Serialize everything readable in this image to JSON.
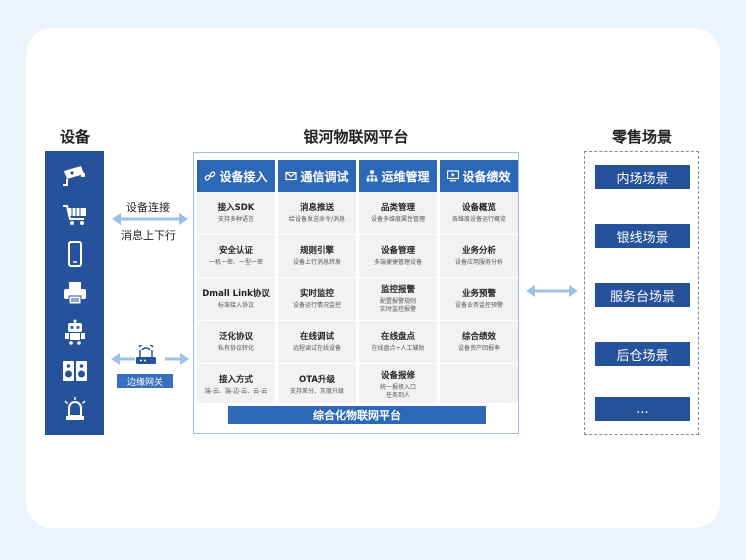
{
  "titles": {
    "left": "设备",
    "center": "银河物联网平台",
    "right": "零售场景"
  },
  "devices": [
    {
      "icon": "camera-icon"
    },
    {
      "icon": "shopping-cart-icon"
    },
    {
      "icon": "phone-icon"
    },
    {
      "icon": "printer-icon"
    },
    {
      "icon": "robot-icon"
    },
    {
      "icon": "speaker-icon"
    },
    {
      "icon": "alarm-light-icon"
    }
  ],
  "connections": {
    "line1": "设备连接",
    "line2": "消息上下行",
    "gateway": "边缘网关",
    "gateway_icon": "router-icon"
  },
  "platform": {
    "columns": [
      {
        "title": "设备接入",
        "icon": "link-icon",
        "cells": [
          {
            "t": "接入SDK",
            "s": "支持多种语言"
          },
          {
            "t": "安全认证",
            "s": "一机一密、一型一密"
          },
          {
            "t": "Dmall Link协议",
            "s": "标准接入协议"
          },
          {
            "t": "泛化协议",
            "s": "私有协议转化"
          },
          {
            "t": "接入方式",
            "s": "端-云、端-边-云、云-云"
          }
        ]
      },
      {
        "title": "通信调试",
        "icon": "mail-icon",
        "cells": [
          {
            "t": "消息推送",
            "s": "给设备发送命令/消息"
          },
          {
            "t": "规则引擎",
            "s": "设备上行消息转发"
          },
          {
            "t": "实时监控",
            "s": "设备运行情况监控"
          },
          {
            "t": "在线调试",
            "s": "远程调试在线设备"
          },
          {
            "t": "OTA升级",
            "s": "支持差分、灰度升级"
          }
        ]
      },
      {
        "title": "运维管理",
        "icon": "org-chart-icon",
        "cells": [
          {
            "t": "品类管理",
            "s": "设备多维度属性管理"
          },
          {
            "t": "设备管理",
            "s": "多端便捷管理设备"
          },
          {
            "t": "监控报警",
            "s": "配置报警规则|实时监控报警"
          },
          {
            "t": "在线盘点",
            "s": "在线盘点+人工辅助"
          },
          {
            "t": "设备报修",
            "s": "统一报修入口|任务到人"
          }
        ]
      },
      {
        "title": "设备绩效",
        "icon": "monitor-icon",
        "cells": [
          {
            "t": "设备概览",
            "s": "各维度设备运行概览"
          },
          {
            "t": "业务分析",
            "s": "设备应用服务分析"
          },
          {
            "t": "业务预警",
            "s": "设备业务监控预警"
          },
          {
            "t": "综合绩效",
            "s": "设备资产回报率"
          }
        ]
      }
    ],
    "bottom_bar": "综合化物联网平台"
  },
  "retail": {
    "scenes": [
      "内场场景",
      "银线场景",
      "服务台场景",
      "后仓场景",
      "..."
    ]
  },
  "colors": {
    "dark_blue": "#26529c",
    "header_blue": "#2d68b6",
    "arrow_blue": "#9cc0e6"
  }
}
